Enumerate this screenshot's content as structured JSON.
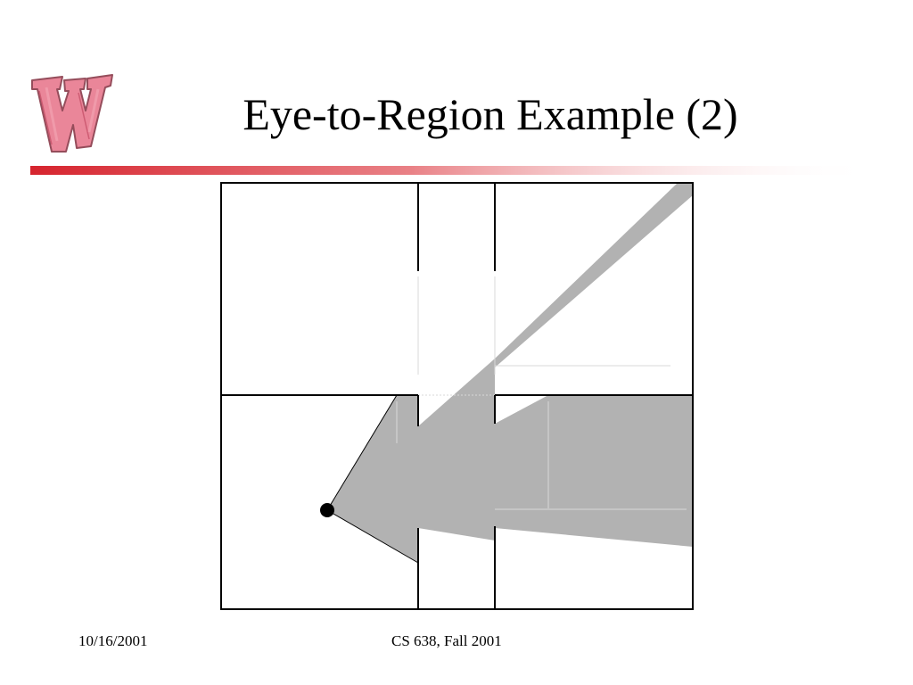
{
  "slide": {
    "title": "Eye-to-Region Example (2)",
    "footer_date": "10/16/2001",
    "footer_course": "CS 638, Fall 2001"
  },
  "colors": {
    "accent_red": "#d6242e",
    "logo_pink": "#e8798e",
    "visible_region_gray": "#b2b2b2",
    "wall_black": "#000000"
  },
  "icons": {
    "logo": "wisconsin-w-logo",
    "eye": "eye-point-icon"
  }
}
